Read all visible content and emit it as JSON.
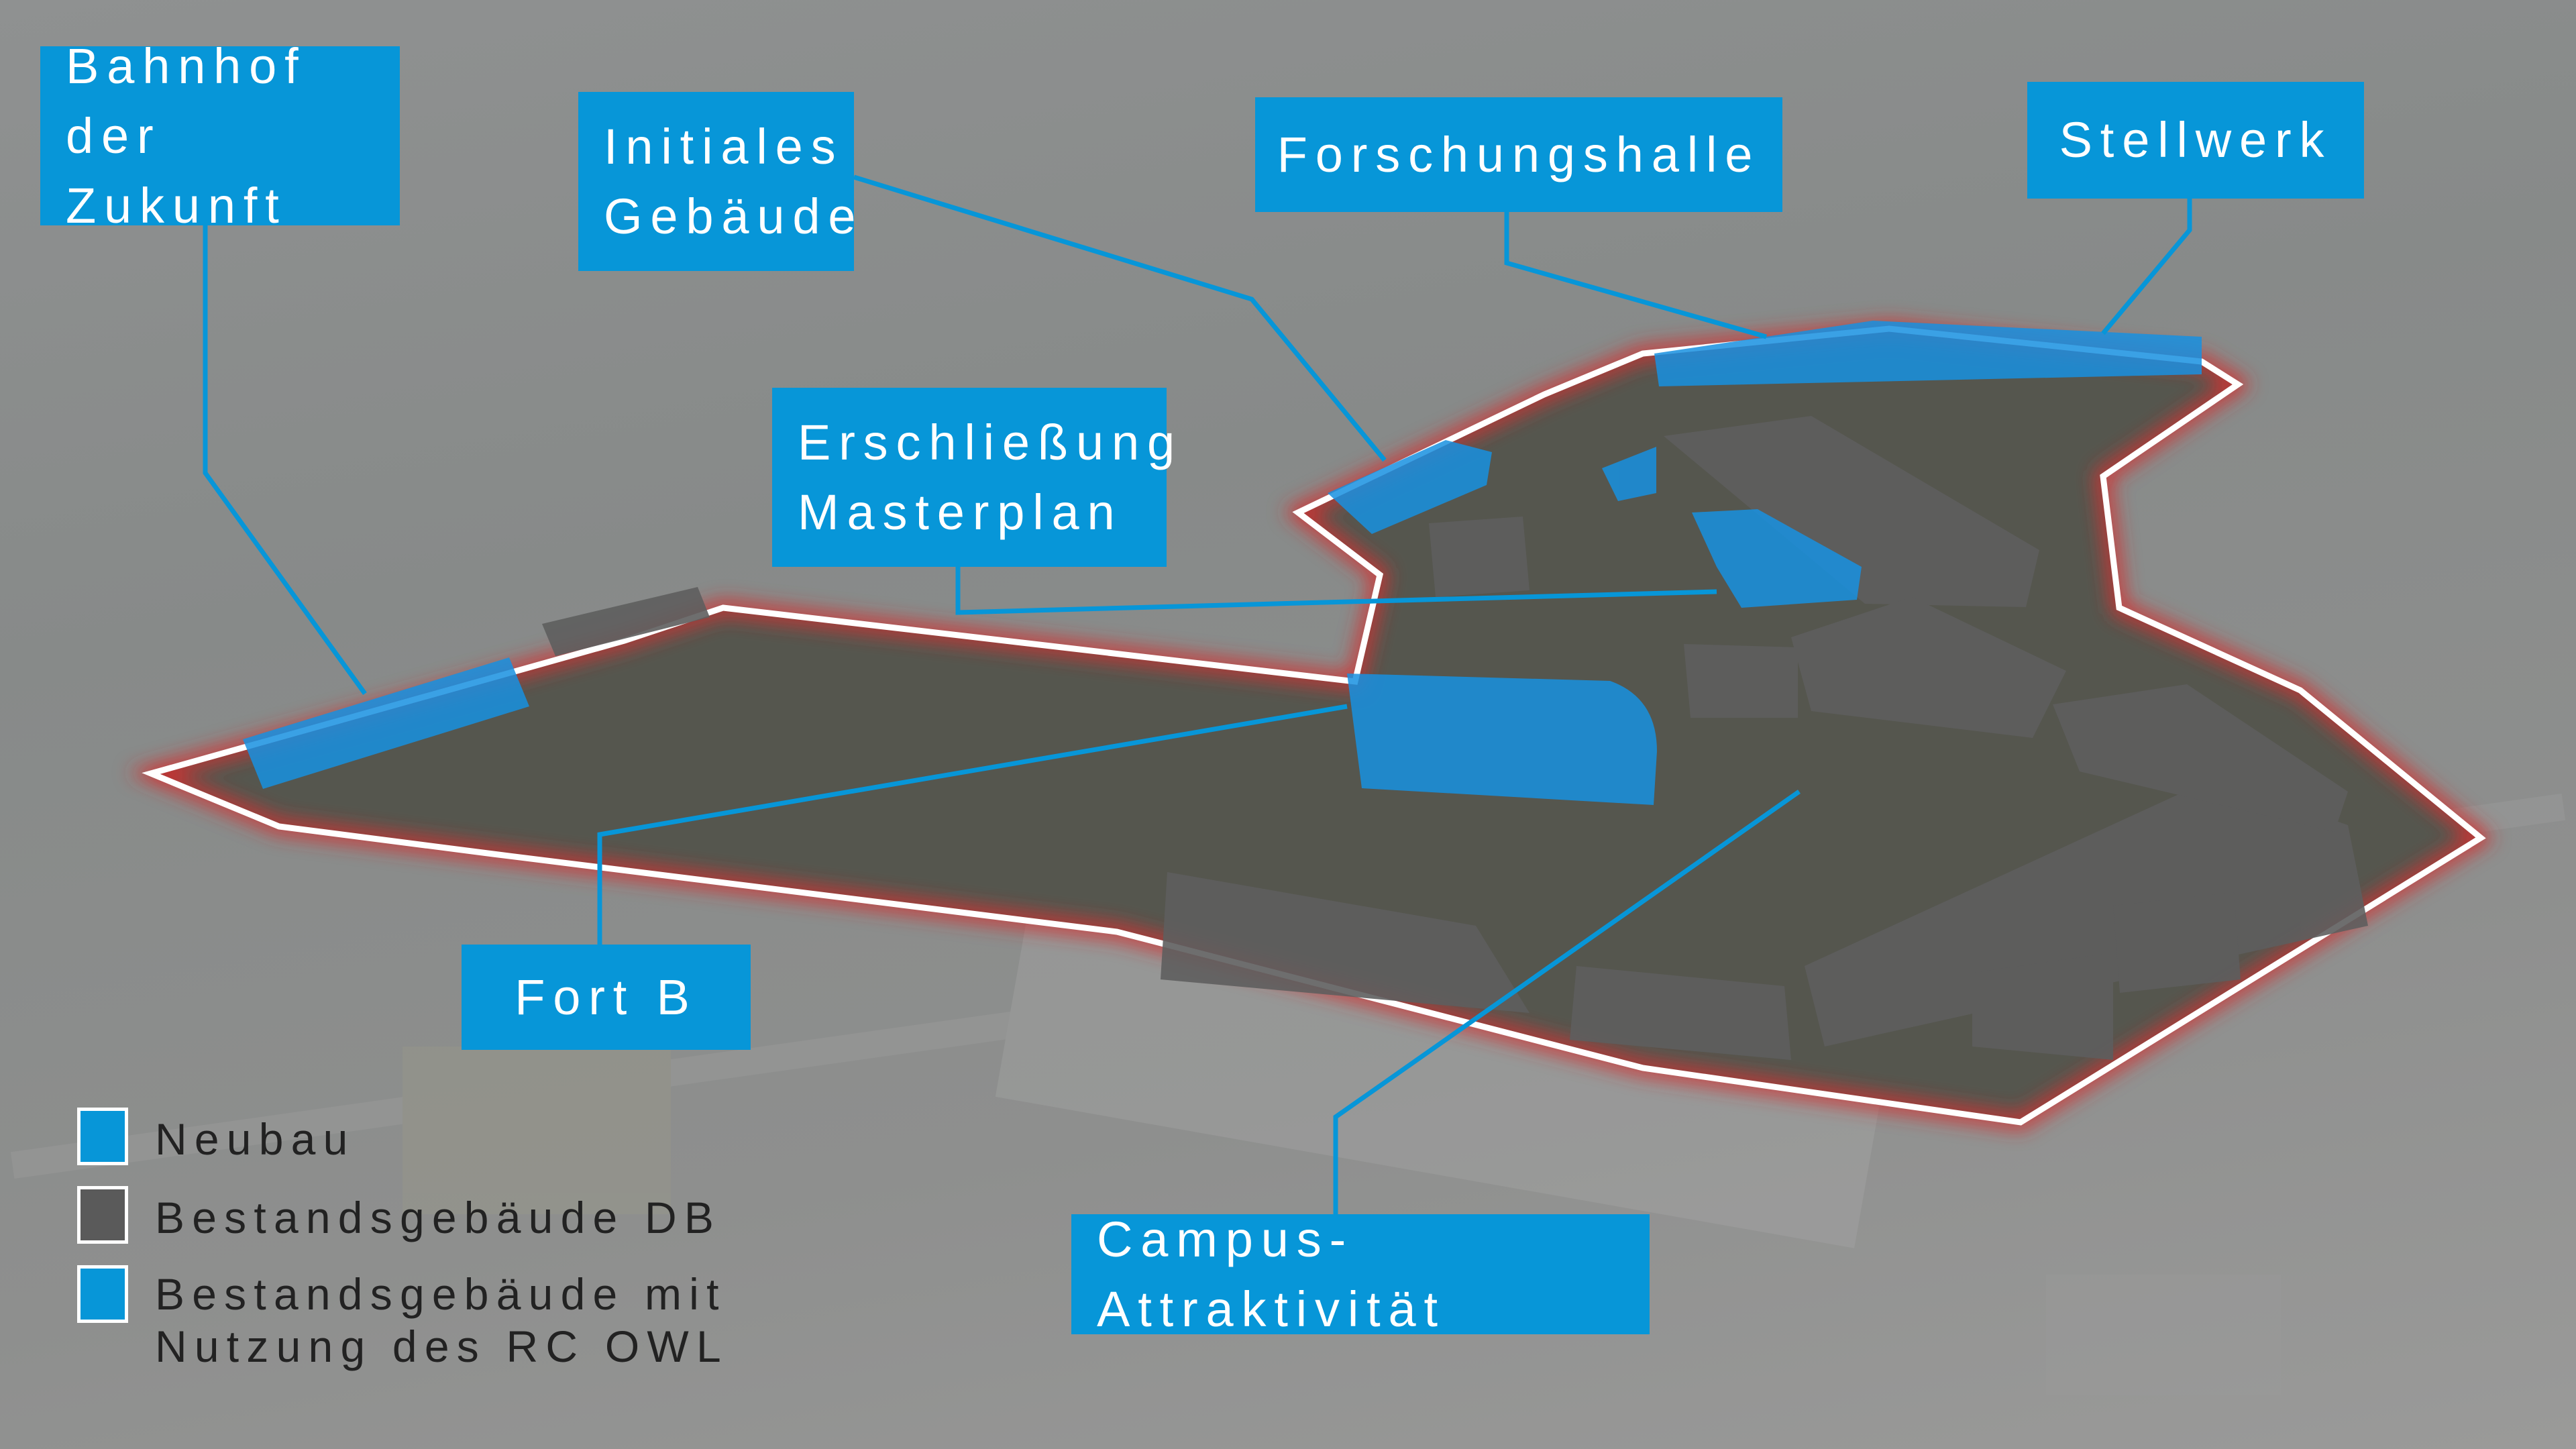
{
  "colors": {
    "neubau": "#0796d8",
    "bestand_db": "#5a5a5a",
    "bestand_rc": "#0796d8",
    "outline": "#ffffff",
    "glow": "#d03030"
  },
  "labels": {
    "bahnhof": [
      "Bahnhof der",
      "Zukunft"
    ],
    "initiales": [
      "Initiales",
      "Gebäude"
    ],
    "forschungshalle": [
      "Forschungshalle"
    ],
    "stellwerk": [
      "Stellwerk"
    ],
    "erschliessung": [
      "Erschließung",
      "Masterplan"
    ],
    "fort_b": [
      "Fort B"
    ],
    "campus": [
      "Campus-Attraktivität"
    ]
  },
  "legend": [
    {
      "label": "Neubau"
    },
    {
      "label": "Bestandsgebäude DB"
    },
    {
      "label_lines": [
        "Bestandsgebäude mit",
        "Nutzung des RC OWL"
      ]
    }
  ]
}
